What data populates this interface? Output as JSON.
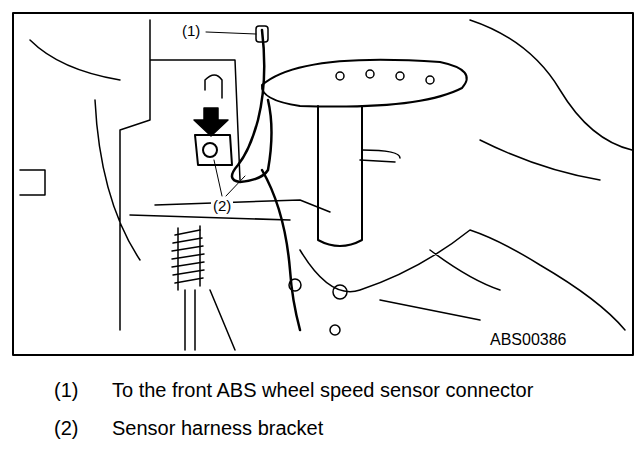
{
  "diagram": {
    "labels": [
      "(1)",
      "(2)",
      "ABS00386",
      "(1)",
      "To the front ABS wheel speed sensor connector",
      "(2)",
      "Sensor harness bracket"
    ]
  }
}
